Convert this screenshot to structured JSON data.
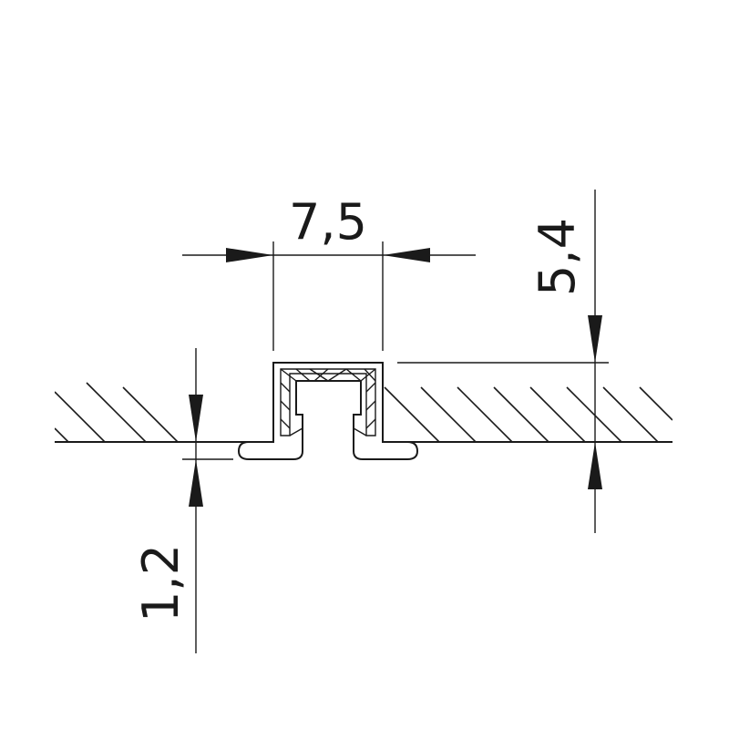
{
  "dimensions": {
    "width_label": "7,5",
    "height_label": "5,4",
    "flange_label": "1,2"
  },
  "colors": {
    "line": "#1a1a1a",
    "background": "#ffffff"
  }
}
